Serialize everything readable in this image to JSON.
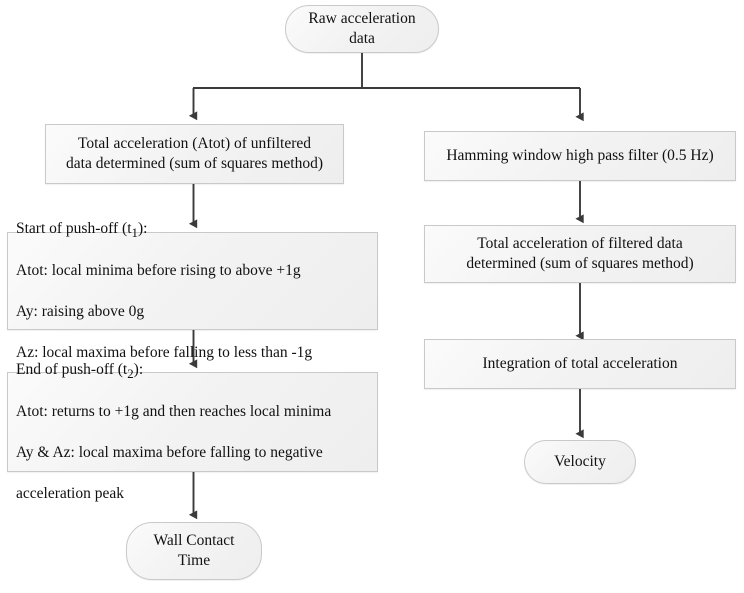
{
  "diagram": {
    "title": "Acceleration data processing flowchart",
    "colors": {
      "box_fill": "#f2f2f2",
      "box_border": "#c9c9c9",
      "connector": "#3a3a3a",
      "text": "#111111",
      "background": "#ffffff"
    },
    "nodes": {
      "raw_data": {
        "label": "Raw acceleration\ndata",
        "shape": "terminal"
      },
      "total_accel_unfiltered": {
        "label": "Total acceleration (Atot) of unfiltered\ndata determined (sum of squares method)",
        "shape": "process"
      },
      "start_pushoff": {
        "line1": "Start of push-off (t",
        "sub1": "1",
        "line1_end": "):",
        "line2": "Atot: local minima before rising to above +1g",
        "line3": "Ay: raising above 0g",
        "line4": "Az: local maxima before falling to less than -1g",
        "shape": "process"
      },
      "end_pushoff": {
        "line1": "End of push-off (t",
        "sub1": "2",
        "line1_end": "):",
        "line2": "Atot: returns to +1g and then reaches local minima",
        "line3": "Ay & Az: local maxima before falling to negative",
        "line4": "acceleration peak",
        "shape": "process"
      },
      "wall_contact_time": {
        "label": "Wall Contact\nTime",
        "shape": "terminal"
      },
      "hamming_filter": {
        "label": "Hamming window high pass filter (0.5 Hz)",
        "shape": "process"
      },
      "total_accel_filtered": {
        "label": "Total acceleration of filtered data\ndetermined (sum of squares method)",
        "shape": "process"
      },
      "integration": {
        "label": "Integration of total acceleration",
        "shape": "process"
      },
      "velocity": {
        "label": "Velocity",
        "shape": "terminal"
      }
    },
    "edges": [
      {
        "from": "raw_data",
        "to": "total_accel_unfiltered",
        "type": "split-left"
      },
      {
        "from": "raw_data",
        "to": "hamming_filter",
        "type": "split-right"
      },
      {
        "from": "total_accel_unfiltered",
        "to": "start_pushoff",
        "type": "vertical"
      },
      {
        "from": "start_pushoff",
        "to": "end_pushoff",
        "type": "vertical"
      },
      {
        "from": "end_pushoff",
        "to": "wall_contact_time",
        "type": "vertical"
      },
      {
        "from": "hamming_filter",
        "to": "total_accel_filtered",
        "type": "vertical"
      },
      {
        "from": "total_accel_filtered",
        "to": "integration",
        "type": "vertical"
      },
      {
        "from": "integration",
        "to": "velocity",
        "type": "vertical"
      }
    ]
  }
}
